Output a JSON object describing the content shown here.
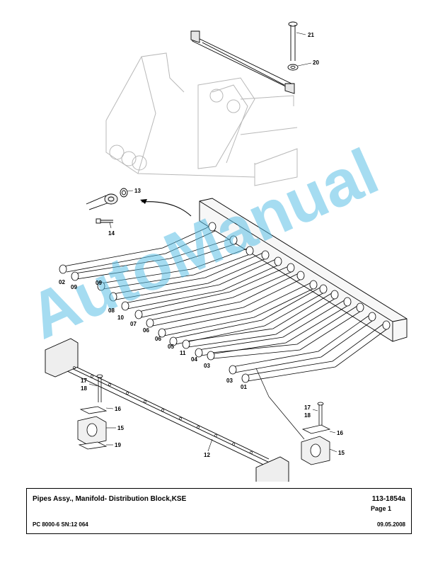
{
  "watermark": "AutoManual",
  "title_block": {
    "title": "Pipes Assy., Manifold- Distribution Block,KSE",
    "document_number": "113-1854a",
    "page": "Page 1",
    "model": "PC 8000-6 SN:12 064",
    "date": "09.05.2008"
  },
  "callouts": {
    "c21": "21",
    "c20": "20",
    "c13": "13",
    "c14": "14",
    "c02": "02",
    "c09a": "09",
    "c09b": "09",
    "c08": "08",
    "c10": "10",
    "c07": "07",
    "c06a": "06",
    "c06b": "06",
    "c05": "05",
    "c11": "11",
    "c04": "04",
    "c03a": "03",
    "c03b": "03",
    "c01": "01",
    "c17a": "17",
    "c18a": "18",
    "c16a": "16",
    "c15a": "15",
    "c19": "19",
    "c12": "12",
    "c17b": "17",
    "c18b": "18",
    "c16b": "16",
    "c15b": "15"
  }
}
